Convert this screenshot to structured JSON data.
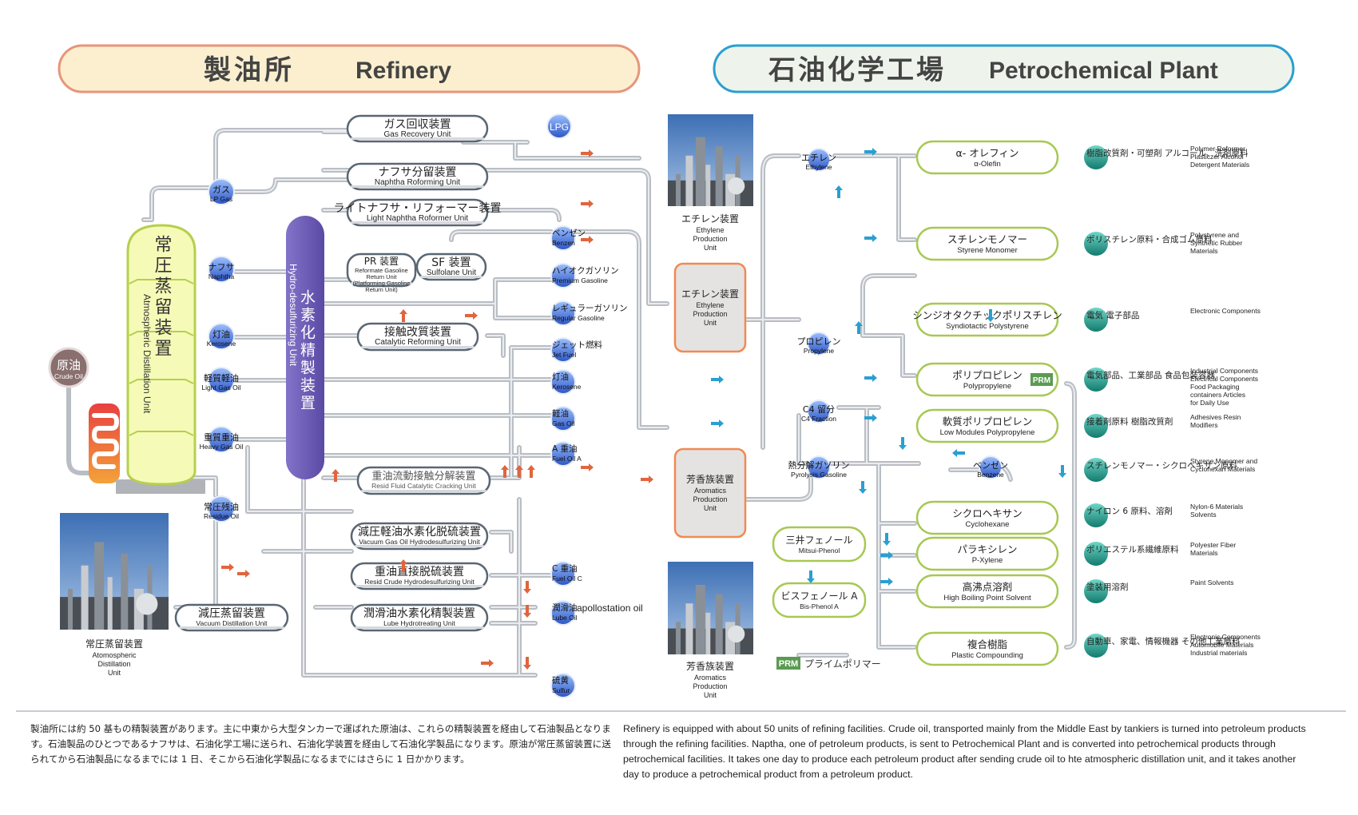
{
  "headers": {
    "refinery": {
      "jp": "製油所",
      "en": "Refinery"
    },
    "petro": {
      "jp": "石油化学工場",
      "en": "Petrochemical Plant"
    }
  },
  "colors": {
    "refinery_header_fill": "#fbefd0",
    "refinery_header_border": "#e7957a",
    "petro_header_fill": "#eef4ec",
    "petro_header_border": "#2a9fd1",
    "pipe": "#b9bec4",
    "arrow_red": "#e0653e",
    "arrow_blue": "#2a9fd1",
    "column_fill": "#f5fbb7",
    "column_border": "#b6cf4d",
    "hydro_fill": "#6f5db5",
    "unit_border": "#5a6673",
    "petro_unit_border": "#a7c852",
    "orange_unit_border": "#f08a54",
    "node_blue": "#3f6fd3",
    "node_teal": "#1f9c8c",
    "crude_node": "#8a6f6f",
    "prm_green": "#5b9a52"
  },
  "crude": {
    "jp": "原油",
    "en": "Crude Oil"
  },
  "column": {
    "jp": "常圧蒸留装置",
    "en": "Atmospheric Distillation Unit"
  },
  "hydro": {
    "jp": "水素化精製装置",
    "en": "Hydro-desulfurizing Unit"
  },
  "left_nodes": [
    {
      "jp": "ガス",
      "en": "LP Gas"
    },
    {
      "jp": "ナフサ",
      "en": "Naphtha"
    },
    {
      "jp": "灯油",
      "en": "Kerosene"
    },
    {
      "jp": "軽質軽油",
      "en": "Light Gas Oil"
    },
    {
      "jp": "重質重油",
      "en": "Heavy Gas Oil"
    },
    {
      "jp": "常圧残油",
      "en": "Residue Oil"
    }
  ],
  "units": [
    {
      "jp": "ガス回収装置",
      "en": "Gas Recovery Unit"
    },
    {
      "jp": "ナフサ分留装置",
      "en": "Naphtha Roforming Unit"
    },
    {
      "jp": "ライトナフサ・リフォーマー装置",
      "en": "Light Naphtha Roformer Unit"
    },
    {
      "jp": "PR 装置",
      "en": "Reformate Gasoline Return Unit (Platforming Gasoline Return Unit)"
    },
    {
      "jp": "SF 装置",
      "en": "Sulfolane Unit"
    },
    {
      "jp": "接触改質装置",
      "en": "Catalytic Reforming Unit"
    },
    {
      "jp": "重油流動接触分解装置",
      "en": "Resid Fluid Catalytic Cracking Unit"
    },
    {
      "jp": "減圧軽油水素化脱硫装置",
      "en": "Vacuum Gas Oil Hydrodesulfurizing Unit"
    },
    {
      "jp": "重油直接脱硫装置",
      "en": "Resid Crude Hydrodesulfurizing Unit"
    },
    {
      "jp": "潤滑油水素化精製装置",
      "en": "Lube Hydrotreating Unit"
    },
    {
      "jp": "減圧蒸留装置",
      "en": "Vacuum Distillation Unit"
    }
  ],
  "products": [
    {
      "jp": "",
      "en": "LPG"
    },
    {
      "jp": "ベンゼン",
      "en": "Benzen"
    },
    {
      "jp": "ハイオクガソリン",
      "en": "Premium Gasoline"
    },
    {
      "jp": "レギュラーガソリン",
      "en": "Regular Gasoline"
    },
    {
      "jp": "ジェット燃料",
      "en": "Jet Fuel"
    },
    {
      "jp": "灯油",
      "en": "Kerosene"
    },
    {
      "jp": "軽油",
      "en": "Gas Oil"
    },
    {
      "jp": "A 重油",
      "en": "Fuel Oil A"
    },
    {
      "jp": "C 重油",
      "en": "Fuel Oil C"
    },
    {
      "jp": "潤滑油",
      "en": "Lube Oil"
    },
    {
      "jp": "硫黄",
      "en": "Sulfur"
    }
  ],
  "apollostation": "apollostation oil",
  "photos": [
    {
      "jp": "常圧蒸留装置",
      "en": "Atomospheric Distillation Unit"
    },
    {
      "jp": "エチレン装置",
      "en": "Ethylene Production Unit"
    },
    {
      "jp": "芳香族装置",
      "en": "Aromatics Production Unit"
    }
  ],
  "petro_units": [
    {
      "jp": "エチレン装置",
      "en": "Ethylene Production Unit"
    },
    {
      "jp": "芳香族装置",
      "en": "Aromatics Production Unit"
    }
  ],
  "mid_nodes": [
    {
      "jp": "エチレン",
      "en": "Ethylene"
    },
    {
      "jp": "プロピレン",
      "en": "Propylene"
    },
    {
      "jp": "C4 留分",
      "en": "C4 Fraction"
    },
    {
      "jp": "熱分解ガソリン",
      "en": "Pyrolysis Gasoline"
    },
    {
      "jp": "ベンゼン",
      "en": "Benzene"
    }
  ],
  "phenol": [
    {
      "jp": "三井フェノール",
      "en": "Mitsui-Phenol"
    },
    {
      "jp": "ビスフェノール A",
      "en": "Bis-Phenol A"
    }
  ],
  "prm": {
    "badge": "PRM",
    "label": "プライムポリマー"
  },
  "petro_products": [
    {
      "jp": "α- オレフィン",
      "en": "α-Olefin",
      "use_jp": "樹脂改質剤・可塑剤 アルコール、洗剤原料",
      "use_en": "Polymer Reformer Plasticzer Alcohol Detergent Materials"
    },
    {
      "jp": "スチレンモノマー",
      "en": "Styrene Monomer",
      "use_jp": "ポリスチレン原料・合成ゴム原料",
      "use_en": "Polystyrene and Synthetic Rubber Materials"
    },
    {
      "jp": "シンジオタクチックポリスチレン",
      "en": "Syndiotactic Polystyrene",
      "use_jp": "電気 電子部品",
      "use_en": "Electronic Components"
    },
    {
      "jp": "ポリプロピレン",
      "en": "Polypropylene",
      "use_jp": "電気部品、工業部品 食品包装容器",
      "use_en": "Industrial Components Electrical Components Food Packaging containers Articles for Daily Use"
    },
    {
      "jp": "軟質ポリプロピレン",
      "en": "Low Modules Polypropylene",
      "use_jp": "接着剤原料 樹脂改質剤",
      "use_en": "Adhesives Resin Modifiers"
    },
    {
      "jp": "シクロヘキサン",
      "en": "Cyclohexane",
      "use_jp": "スチレンモノマー・シクロヘキサン原料",
      "use_en": "Styrene Monomer and Cyclohexan Materials"
    },
    {
      "jp": "パラキシレン",
      "en": "P-Xylene",
      "use_jp": "ナイロン 6 原料、溶剤",
      "use_en": "Nylon-6 Materials Solvents"
    },
    {
      "jp": "高沸点溶剤",
      "en": "High Boiling Point Solvent",
      "use_jp": "ポリエステル系繊維原料",
      "use_en": "Polyester Fiber Materials"
    },
    {
      "jp": "複合樹脂",
      "en": "Plastic Compounding",
      "use_jp": "塗装用溶剤",
      "use_en": "Paint Solvents"
    }
  ],
  "extra_use": {
    "use_jp": "自動車、家電、情報機器 その他工業原料",
    "use_en": "Electronic Components Automobile Materials Industrial materials"
  },
  "footer": {
    "jp": "製油所には約 50 基もの精製装置があります。主に中東から大型タンカーで運ばれた原油は、これらの精製装置を経由して石油製品となります。石油製品のひとつであるナフサは、石油化学工場に送られ、石油化学装置を経由して石油化学製品になります。原油が常圧蒸留装置に送られてから石油製品になるまでには 1 日、そこから石油化学製品になるまでにはさらに 1 日かかります。",
    "en": "Refinery is equipped with about 50 units of refining facilities. Crude oil, transported mainly from the Middle East by tankiers is turned into petroleum products through the refining facilities. Naptha, one of petroleum products, is sent to Petrochemical Plant and is converted into petrochemical products through petrochemical facilities. It takes one day to produce each petroleum product after sending crude oil to hte atmospheric distillation unit, and it takes another day to produce a petrochemical product from a petroleum product."
  }
}
